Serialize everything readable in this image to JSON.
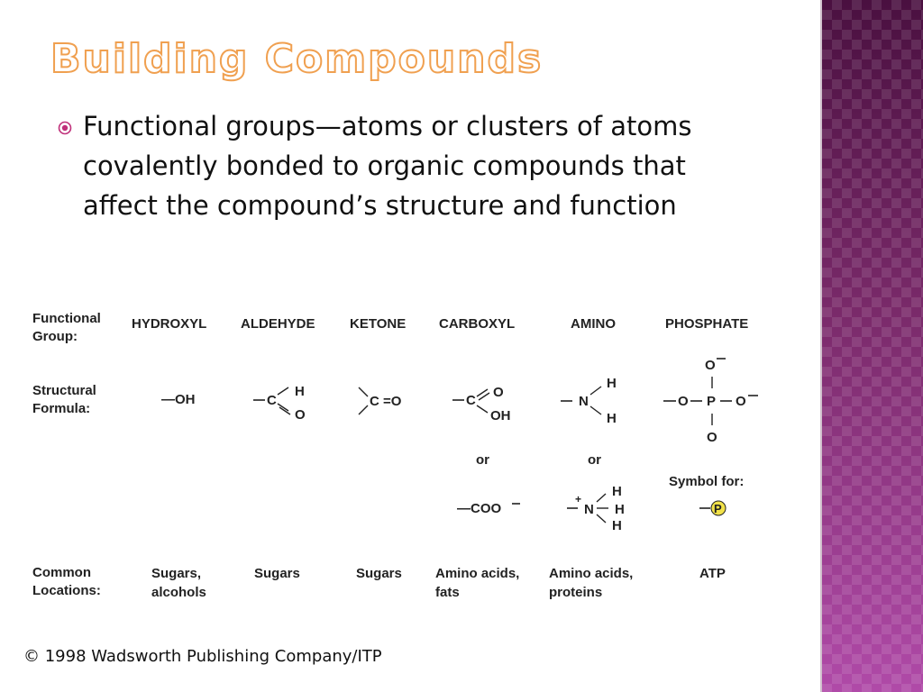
{
  "slide": {
    "title": "Building Compounds",
    "bullet": "Functional groups—atoms or clusters of atoms covalently bonded to organic compounds that affect the compound’s structure and function",
    "accent_color": "#f0a050",
    "side_color": "#7a2a6a"
  },
  "figure": {
    "row_labels": {
      "group": [
        "Functional",
        "Group:"
      ],
      "formula": [
        "Structural",
        "Formula:"
      ],
      "locations": [
        "Common",
        "Locations:"
      ]
    },
    "groups": [
      {
        "name": "HYDROXYL",
        "locations": [
          "Sugars,",
          "alcohols"
        ]
      },
      {
        "name": "ALDEHYDE",
        "locations": [
          "Sugars"
        ]
      },
      {
        "name": "KETONE",
        "locations": [
          "Sugars"
        ]
      },
      {
        "name": "CARBOXYL",
        "locations": [
          "Amino acids,",
          "fats"
        ]
      },
      {
        "name": "AMINO",
        "locations": [
          "Amino acids,",
          "proteins"
        ]
      },
      {
        "name": "PHOSPHATE",
        "locations": [
          "ATP"
        ]
      }
    ],
    "or_label": "or",
    "symbol_for": "Symbol for:",
    "formula_text": {
      "oh": "—OH",
      "c": "C",
      "h": "H",
      "o": "O",
      "n": "N",
      "p": "P",
      "coo": "—COO",
      "minus": "−",
      "plus": "+",
      "ketone_eq": "C =O"
    }
  },
  "copyright": "© 1998 Wadsworth Publishing Company/ITP"
}
